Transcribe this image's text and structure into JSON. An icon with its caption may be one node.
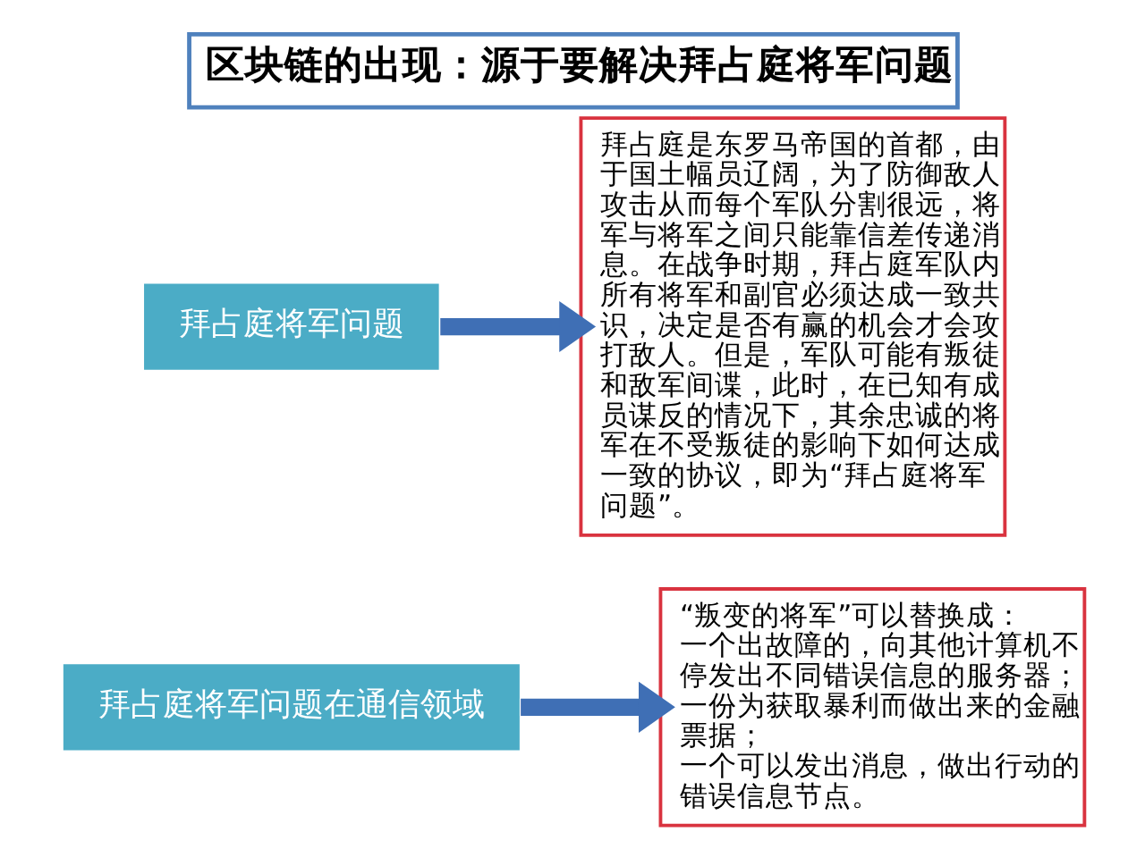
{
  "diagram": {
    "title": "区块链的出现：源于要解决拜占庭将军问题",
    "nodes": [
      {
        "text": [
          "拜占庭将军问题"
        ]
      },
      {
        "text": [
          "拜占庭是东罗马帝国的首都，由于国土幅员辽阔，为了防御敌人攻击从而每个军队分割很远，将军与将军之间只能靠信差传递消息。在战争时期，拜占庭军队内所有将军和副官必须达成一致共识，决定是否有赢的机会才会攻打敌人。但是，军队可能有叛徒和敌军间谍，此时，在已知有成员谋反的情况下，其余忠诚的将军在不受叛徒的影响下如何达成一致的协议，即为“拜占庭将军问题”。"
        ]
      },
      {
        "text": [
          "拜占庭将军问题在通信领域"
        ]
      },
      {
        "text": [
          "“叛变的将军”可以替换成：",
          "一个出故障的，向其他计算机不停发出不同错误信息的服务器；",
          "一份为获取暴利而做出来的金融票据；",
          "一个可以发出消息，做出行动的错误信息节点。"
        ]
      }
    ],
    "edges": [
      {
        "from": 0,
        "to": 1,
        "arrow": "to"
      },
      {
        "from": 2,
        "to": 3,
        "arrow": "to"
      }
    ]
  }
}
